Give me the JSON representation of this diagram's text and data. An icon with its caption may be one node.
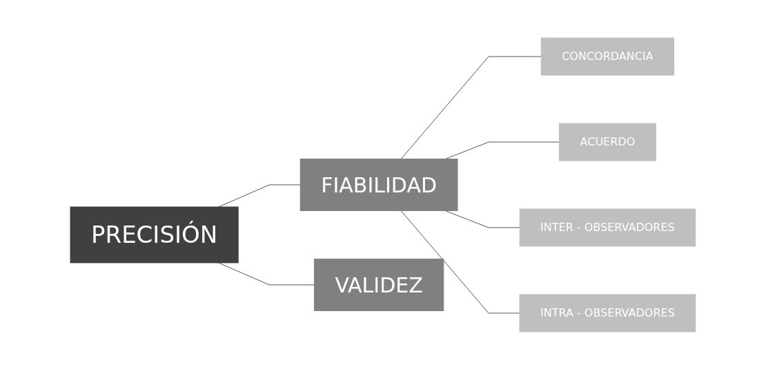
{
  "diagram": {
    "nodes": [
      {
        "text": [
          "PRECISIÓN"
        ]
      },
      {
        "text": [
          "FIABILIDAD"
        ]
      },
      {
        "text": [
          "VALIDEZ"
        ]
      },
      {
        "text": [
          "CONCORDANCIA"
        ]
      },
      {
        "text": [
          "ACUERDO"
        ]
      },
      {
        "text": [
          "INTER - OBSERVADORES"
        ]
      },
      {
        "text": [
          "INTRA - OBSERVADORES"
        ]
      }
    ],
    "edges": [
      {
        "from": 0,
        "to": 1,
        "arrow": "none"
      },
      {
        "from": 0,
        "to": 2,
        "arrow": "none"
      },
      {
        "from": 1,
        "to": 3,
        "arrow": "none"
      },
      {
        "from": 1,
        "to": 4,
        "arrow": "none"
      },
      {
        "from": 1,
        "to": 5,
        "arrow": "none"
      },
      {
        "from": 1,
        "to": 6,
        "arrow": "none"
      }
    ]
  }
}
